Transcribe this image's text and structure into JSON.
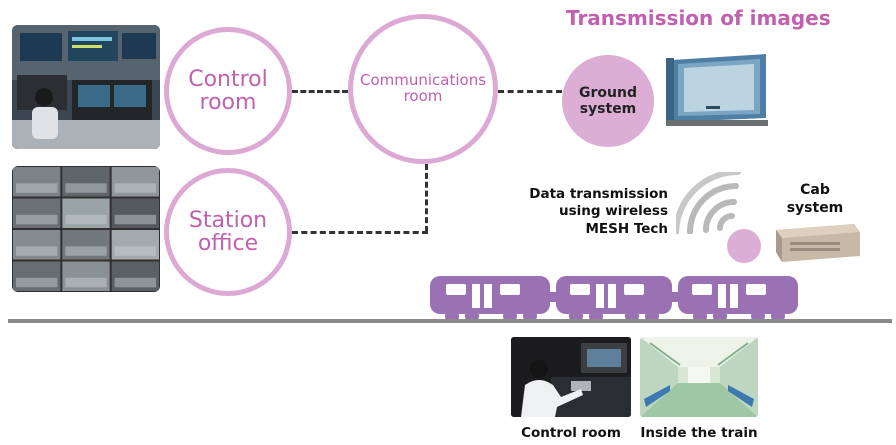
{
  "title": "Transmission of images",
  "nodes": {
    "control_room": "Control\nroom",
    "communications_room": "Communications\nroom",
    "station_office": "Station\noffice",
    "ground_system": "Ground\nsystem"
  },
  "labels": {
    "wireless": "Data transmission\nusing wireless\nMESH Tech",
    "cab_system": "Cab\nsystem"
  },
  "captions": {
    "cab_photo": "Control room",
    "interior_photo": "Inside the train"
  },
  "colors": {
    "accent": "#c060ae",
    "ring": "#dca8d4",
    "train": "#9a72b4",
    "rail": "#8a8a8a"
  }
}
